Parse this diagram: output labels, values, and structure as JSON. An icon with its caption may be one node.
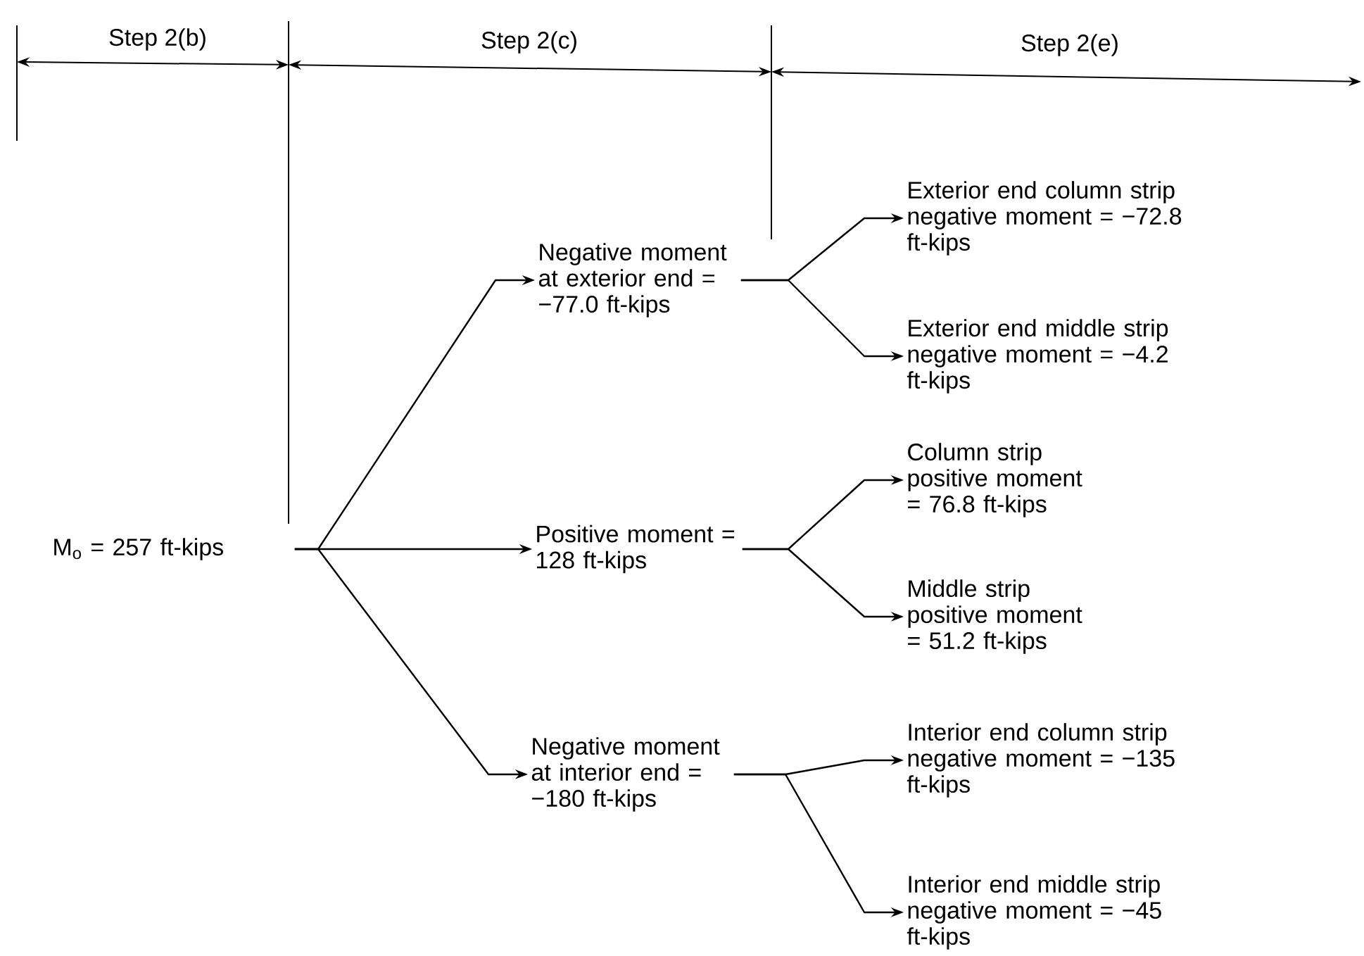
{
  "diagram": {
    "nodes": [
      {
        "text": [
          "M$_{o}$ = 257 ft-kips"
        ]
      },
      {
        "text": [
          "Negative moment at exterior end = −77.0 ft-kips"
        ]
      },
      {
        "text": [
          "Positive moment = 128 ft-kips"
        ]
      },
      {
        "text": [
          "Negative moment at interior end = −180 ft-kips"
        ]
      },
      {
        "text": [
          "Exterior end column strip negative moment = −72.8 ft-kips"
        ]
      },
      {
        "text": [
          "Exterior end middle strip negative moment = −4.2 ft-kips"
        ]
      },
      {
        "text": [
          "Column strip positive moment = 76.8 ft-kips"
        ]
      },
      {
        "text": [
          "Middle strip positive moment = 51.2 ft-kips"
        ]
      },
      {
        "text": [
          "Interior end column strip negative moment = −135 ft-kips"
        ]
      },
      {
        "text": [
          "Interior end middle strip negative moment = −45 ft-kips"
        ]
      }
    ],
    "edges": [
      {
        "from": 0,
        "to": 1,
        "arrow": "to"
      },
      {
        "from": 0,
        "to": 2,
        "arrow": "to"
      },
      {
        "from": 0,
        "to": 3,
        "arrow": "to"
      },
      {
        "from": 1,
        "to": 4,
        "arrow": "to"
      },
      {
        "from": 1,
        "to": 5,
        "arrow": "to"
      },
      {
        "from": 2,
        "to": 6,
        "arrow": "to"
      },
      {
        "from": 2,
        "to": 7,
        "arrow": "to"
      },
      {
        "from": 3,
        "to": 8,
        "arrow": "to"
      },
      {
        "from": 3,
        "to": 9,
        "arrow": "to"
      }
    ],
    "labels": [
      "Step 2(b)",
      "Step 2(c)",
      "Step 2(e)"
    ]
  }
}
